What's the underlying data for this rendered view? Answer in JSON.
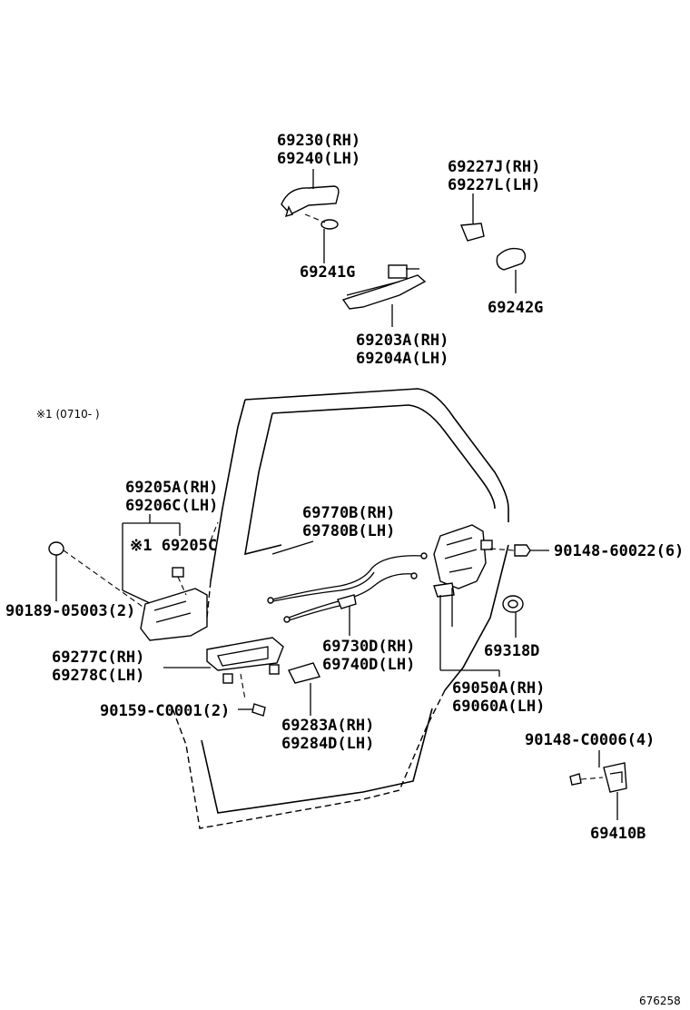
{
  "note": {
    "text": "※1 (0710-      )"
  },
  "diagram_id": "676258",
  "labels": {
    "handle_outer": [
      "69230(RH)",
      "69240(LH)"
    ],
    "handle_pad": "69241G",
    "cover_top": [
      "69227J(RH)",
      "69227L(LH)"
    ],
    "gasket": "69242G",
    "frame_handle": [
      "69203A(RH)",
      "69204A(LH)"
    ],
    "inside_handle": [
      "69205A(RH)",
      "69206C(LH)"
    ],
    "inside_handle_sub": "※1 69205C",
    "screw_left": "90189-05003(2)",
    "bezel": [
      "69277C(RH)",
      "69278C(LH)"
    ],
    "screw_bottom": "90159-C0001(2)",
    "cable_upper": [
      "69770B(RH)",
      "69780B(LH)"
    ],
    "cable_lower": [
      "69730D(RH)",
      "69740D(LH)"
    ],
    "cover_inner": [
      "69283A(RH)",
      "69284D(LH)"
    ],
    "lock": [
      "69050A(RH)",
      "69060A(LH)"
    ],
    "seal": "69318D",
    "screw_right": "90148-60022(6)",
    "striker_screw": "90148-C0006(4)",
    "striker": "69410B"
  }
}
